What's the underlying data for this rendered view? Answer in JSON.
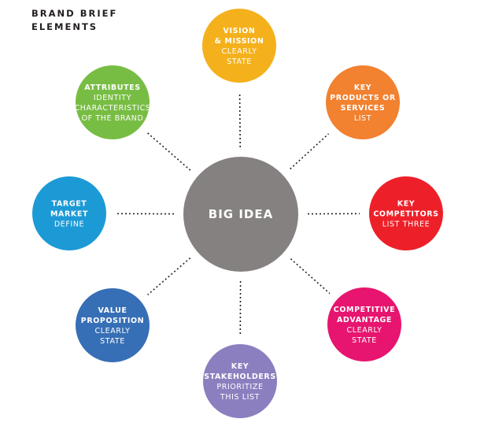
{
  "page": {
    "title_lines": [
      "BRAND BRIEF",
      "ELEMENTS"
    ]
  },
  "center": {
    "label": "BIG IDEA",
    "color": "#868181"
  },
  "nodes": [
    {
      "id": "vision-mission",
      "title_lines": [
        "VISION",
        "& MISSION"
      ],
      "sub_lines": [
        "CLEARLY",
        "STATE"
      ],
      "color": "#f4b11c"
    },
    {
      "id": "key-products",
      "title_lines": [
        "KEY",
        "PRODUCTS OR",
        "SERVICES"
      ],
      "sub_lines": [
        "LIST"
      ],
      "color": "#f28130"
    },
    {
      "id": "key-competitors",
      "title_lines": [
        "KEY",
        "COMPETITORS"
      ],
      "sub_lines": [
        "LIST THREE"
      ],
      "color": "#ed2029"
    },
    {
      "id": "competitive-advantage",
      "title_lines": [
        "COMPETITIVE",
        "ADVANTAGE"
      ],
      "sub_lines": [
        "CLEARLY",
        "STATE"
      ],
      "color": "#e7156f"
    },
    {
      "id": "key-stakeholders",
      "title_lines": [
        "KEY",
        "STAKEHOLDERS"
      ],
      "sub_lines": [
        "PRIORITIZE",
        "THIS LIST"
      ],
      "color": "#8b7fbf"
    },
    {
      "id": "value-proposition",
      "title_lines": [
        "VALUE",
        "PROPOSITION"
      ],
      "sub_lines": [
        "CLEARLY",
        "STATE"
      ],
      "color": "#376fb6"
    },
    {
      "id": "target-market",
      "title_lines": [
        "TARGET",
        "MARKET"
      ],
      "sub_lines": [
        "DEFINE"
      ],
      "color": "#1c9ad6"
    },
    {
      "id": "attributes",
      "title_lines": [
        "ATTRIBUTES"
      ],
      "sub_lines": [
        "IDENTITY",
        "CHARACTERISTICS",
        "OF THE BRAND"
      ],
      "color": "#78bd43"
    }
  ],
  "connector": {
    "color": "#231f20"
  }
}
